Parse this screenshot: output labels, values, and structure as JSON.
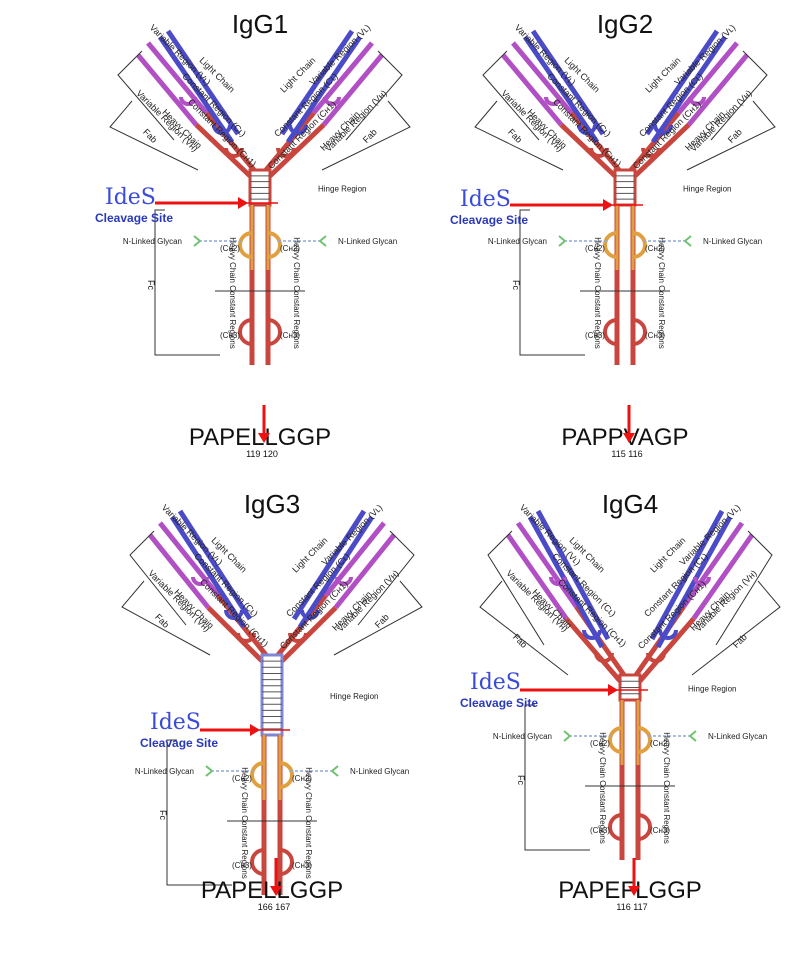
{
  "labels": {
    "variable_region_vl": "Variable Region (Vʟ)",
    "light_chain": "Light Chain",
    "constant_region_cl": "Constant Region (Cʟ)",
    "variable_region_vh": "Variable Region (Vʜ)",
    "heavy_chain": "Heavy Chain",
    "constant_region_ch1": "Constant Region (Cʜ1)",
    "fab": "Fab",
    "fc": "Fc",
    "hinge_region": "Hinge Region",
    "n_linked_glycan": "N-Linked Glycan",
    "ch2": "(Cʜ2)",
    "ch3": "(Cʜ3)",
    "heavy_chain_constant_regions": "Heavy Chain Constant Regions",
    "ides": "IdeS",
    "cleavage_site": "Cleavage Site"
  },
  "panels": [
    {
      "title": "IgG1",
      "sequence": "PAPELLGGP",
      "positions": "119 120"
    },
    {
      "title": "IgG2",
      "sequence": "PAPPVAGP",
      "positions": "115 116"
    },
    {
      "title": "IgG3",
      "sequence": "PAPELLGGP",
      "positions": "166 167"
    },
    {
      "title": "IgG4",
      "sequence": "PAPEFLGGP",
      "positions": "116 117"
    }
  ],
  "colors": {
    "light_chain": "#4b4bc8",
    "heavy_variable": "#b14fc4",
    "heavy_constant": "#c9463f",
    "hinge_core": "#e0a040",
    "ides_text": "#3a4bd8",
    "arrow": "#ee1111",
    "glycan": "#6fc26f"
  }
}
